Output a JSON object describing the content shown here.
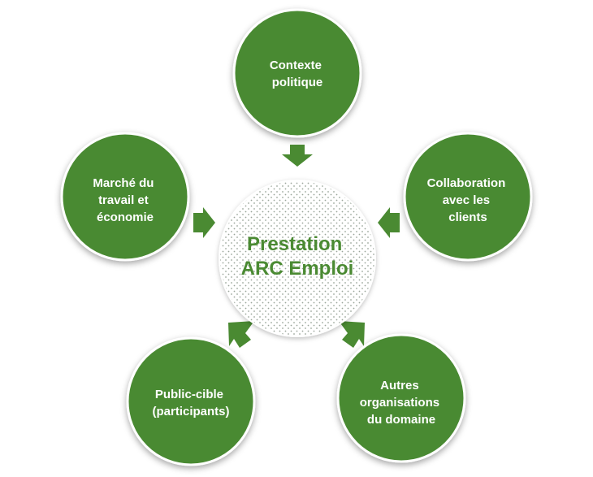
{
  "colors": {
    "node_fill": "#4a8a32",
    "node_border": "#ffffff",
    "arrow": "#4a8a32",
    "center_text": "#4a8a32",
    "center_fill": "#ffffff",
    "center_dots": "#9aa59a"
  },
  "center": {
    "lines": [
      "Prestation",
      "ARC Emploi"
    ]
  },
  "nodes": [
    {
      "id": "contexte-politique",
      "lines": [
        "Contexte",
        "politique"
      ]
    },
    {
      "id": "collaboration-clients",
      "lines": [
        "Collaboration",
        "avec les",
        "clients"
      ]
    },
    {
      "id": "autres-organisations",
      "lines": [
        "Autres",
        "organisations",
        "du domaine"
      ]
    },
    {
      "id": "public-cible",
      "lines": [
        "Public-cible",
        "(participants)"
      ]
    },
    {
      "id": "marche-travail",
      "lines": [
        "Marché du",
        "travail et",
        "économie"
      ]
    }
  ]
}
